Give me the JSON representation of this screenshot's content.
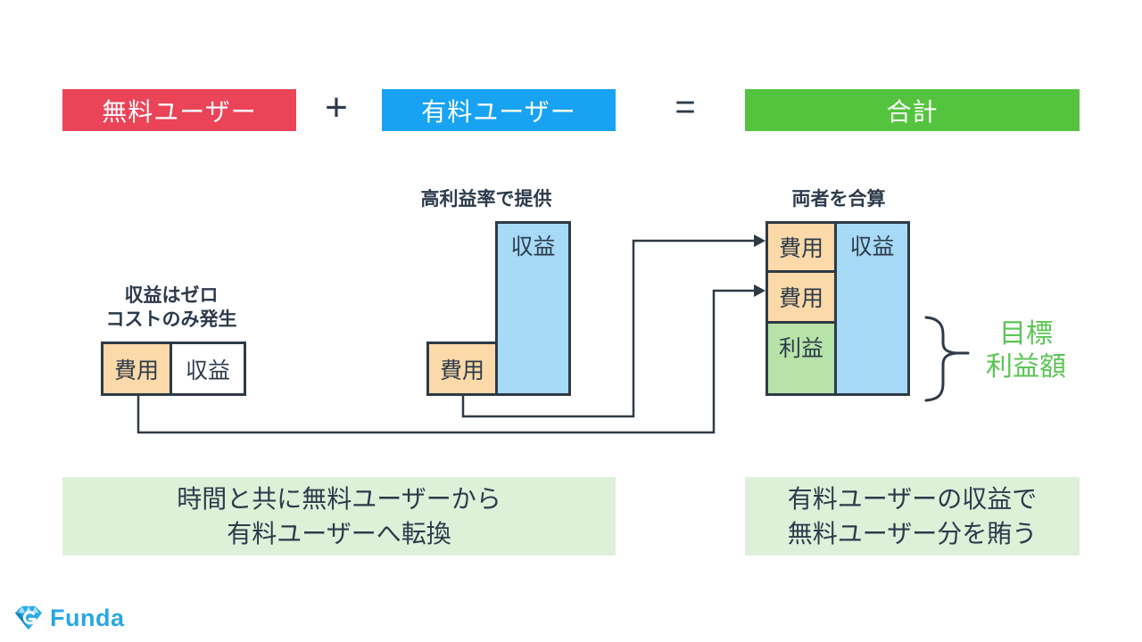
{
  "header": {
    "free_label": "無料ユーザー",
    "plus": "+",
    "paid_label": "有料ユーザー",
    "equals": "=",
    "total_label": "合計"
  },
  "labels": {
    "cost": "費用",
    "revenue": "収益",
    "profit": "利益"
  },
  "free_group": {
    "annotation_line1": "収益はゼロ",
    "annotation_line2": "コストのみ発生"
  },
  "paid_group": {
    "annotation": "高利益率で提供"
  },
  "total_group": {
    "annotation": "両者を合算",
    "target_line1": "目標",
    "target_line2": "利益額"
  },
  "notes": {
    "left_line1": "時間と共に無料ユーザーから",
    "left_line2": "有料ユーザーへ転換",
    "right_line1": "有料ユーザーの収益で",
    "right_line2": "無料ユーザー分を賄う"
  },
  "footer": {
    "brand": "Funda"
  },
  "colors": {
    "free_red": "#EB4357",
    "paid_blue": "#18A3F2",
    "total_green": "#54C43F",
    "cost_fill": "#FBD9A8",
    "revenue_fill": "#A7DAF6",
    "profit_fill": "#B8E3A8",
    "panel_green": "#DDF1D9",
    "ink": "#2C3B4B",
    "target_green": "#5CC455",
    "brand_blue": "#29A7E5"
  }
}
